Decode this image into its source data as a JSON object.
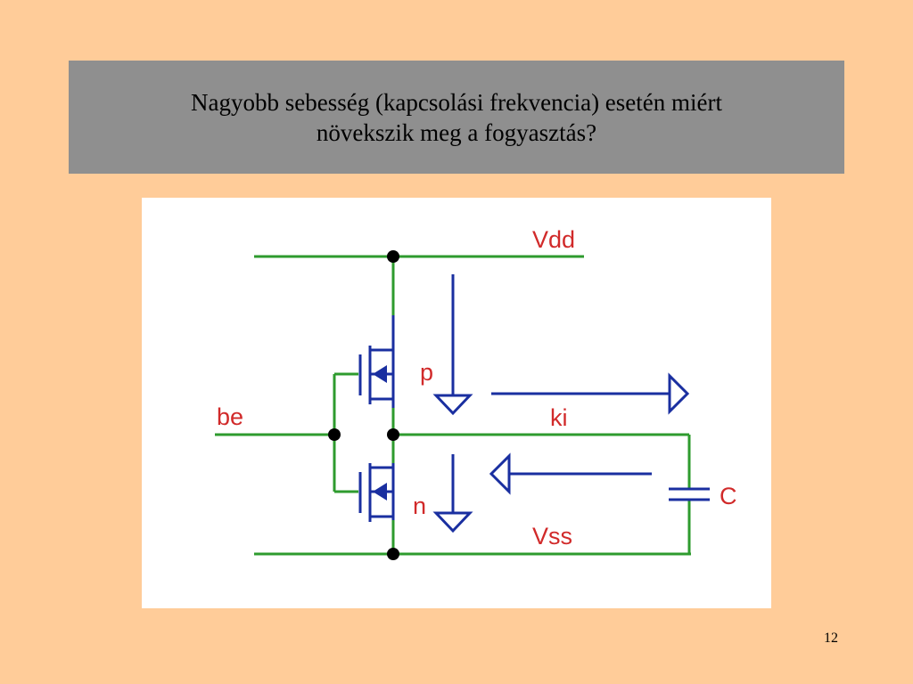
{
  "slide": {
    "title_line1": "Nagyobb sebesség (kapcsolási frekvencia) esetén miért",
    "title_line2": "növekszik meg a fogyasztás?",
    "page_number": "12"
  },
  "diagram": {
    "labels": {
      "vdd": "Vdd",
      "vss": "Vss",
      "input": "be",
      "output": "ki",
      "pmos": "p",
      "nmos": "n",
      "capacitor": "C"
    },
    "colors": {
      "wire": "#2E9B2E",
      "label": "#D12A2A",
      "arrow": "#1A2FA0",
      "transistor": "#1A2FA0",
      "node": "#000000"
    }
  }
}
